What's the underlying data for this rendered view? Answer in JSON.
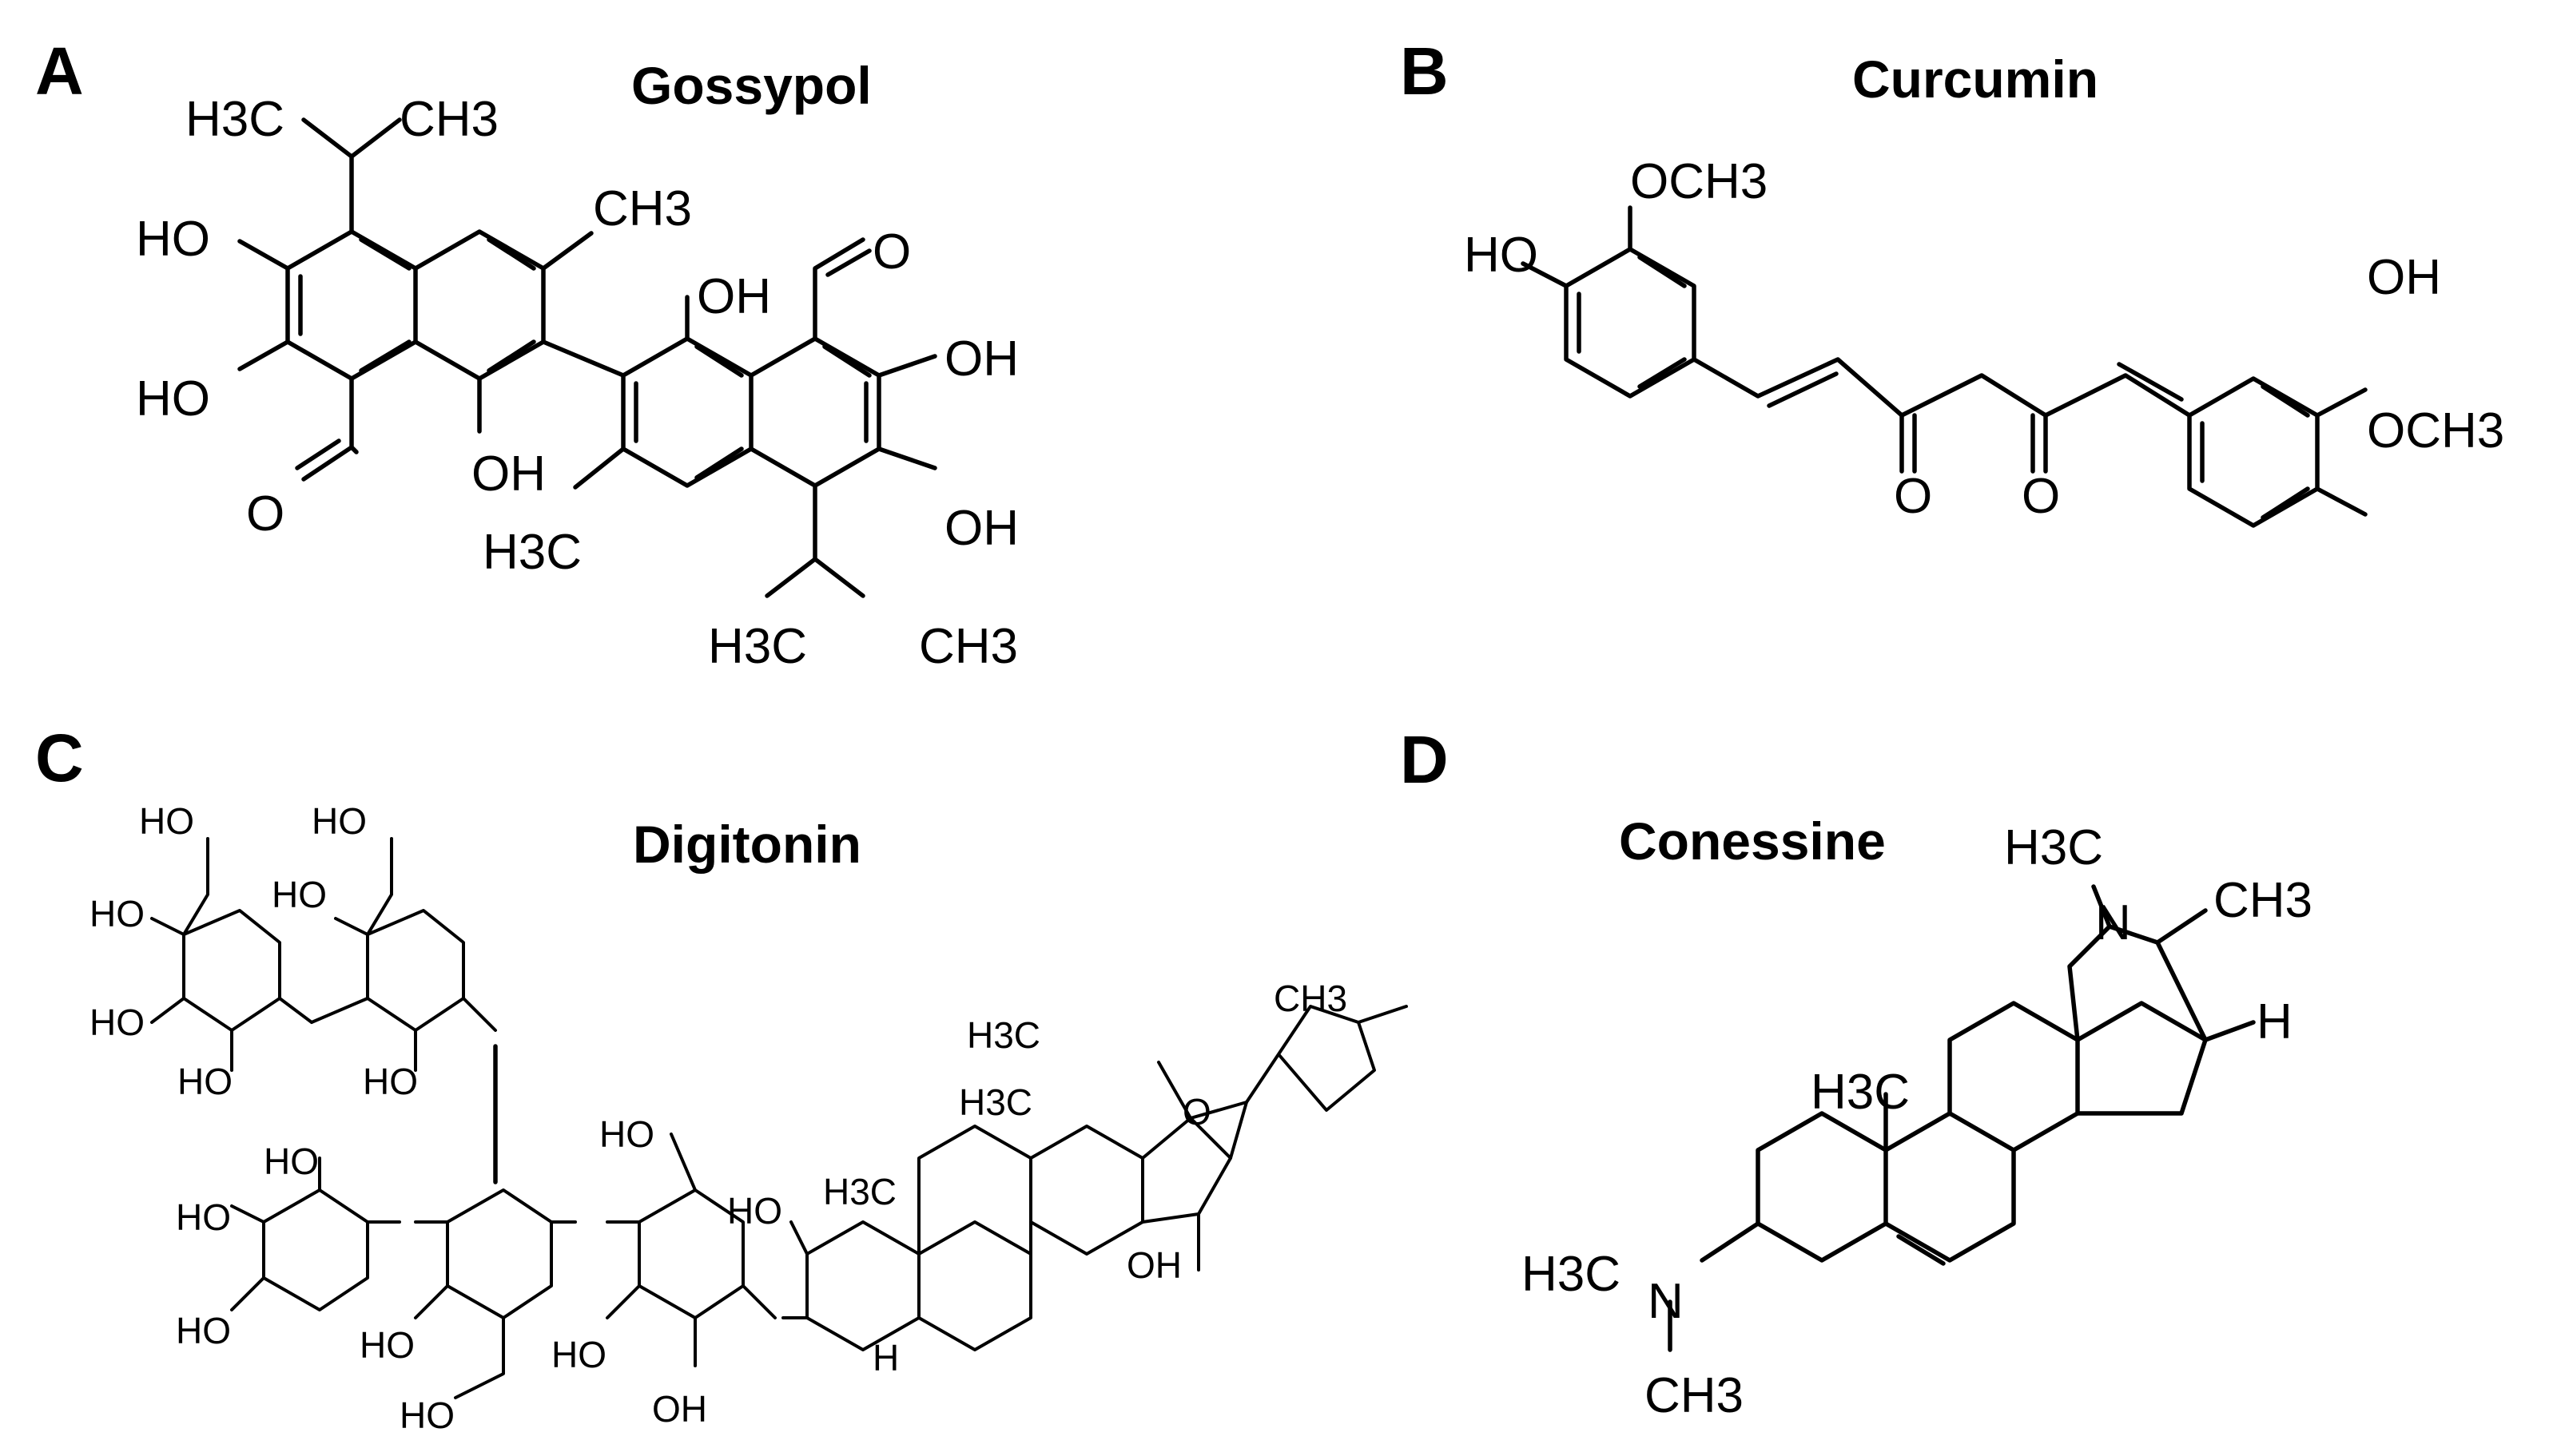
{
  "panels": [
    {
      "letter": "A",
      "name": "Gossypol",
      "labels": {
        "me1": "H3C",
        "me2": "CH3",
        "me3": "CH3",
        "ho1": "HO",
        "ho2": "HO",
        "oh1": "OH",
        "oh2": "OH",
        "oh3": "OH",
        "oh4": "OH",
        "o1": "O",
        "o2": "O",
        "h3c2": "H3C",
        "h3c3": "H3C",
        "ch3b": "CH3"
      }
    },
    {
      "letter": "B",
      "name": "Curcumin",
      "labels": {
        "och3a": "OCH3",
        "ho": "HO",
        "oh": "OH",
        "och3b": "OCH3",
        "o1": "O",
        "o2": "O"
      }
    },
    {
      "letter": "C",
      "name": "Digitonin",
      "labels": {
        "ho1": "HO",
        "ho2": "HO",
        "ho3": "HO",
        "ho4": "HO",
        "ho5": "HO",
        "ho6": "HO",
        "ho7": "HO",
        "ho8": "HO",
        "ho9": "HO",
        "ho10": "HO",
        "ho11": "HO",
        "ho12": "HO",
        "ho13": "HO",
        "ho14": "HO",
        "ho15": "HO",
        "oh1": "OH",
        "oh2": "OH",
        "h3c1": "H3C",
        "h3c2": "H3C",
        "h3c3": "H3C",
        "ch3": "CH3",
        "o": "O",
        "h": "H"
      }
    },
    {
      "letter": "D",
      "name": "Conessine",
      "labels": {
        "h3c1": "H3C",
        "n1": "N",
        "ch3a": "CH3",
        "h": "H",
        "h3c2": "H3C",
        "h3c3": "H3C",
        "n2": "N",
        "ch3b": "CH3"
      }
    }
  ]
}
